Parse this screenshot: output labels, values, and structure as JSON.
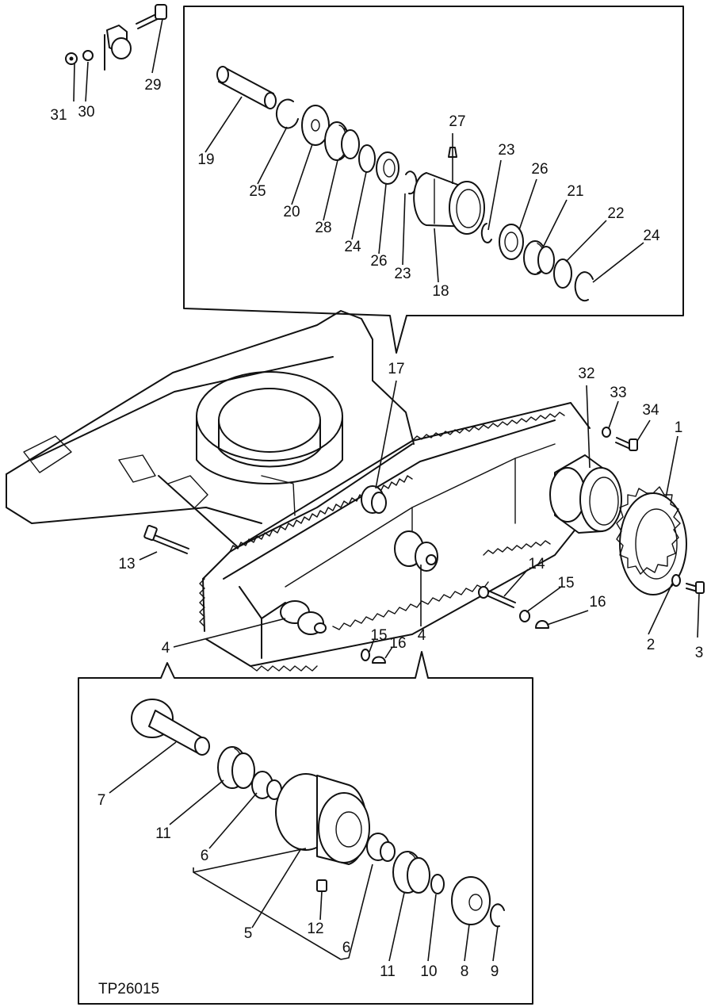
{
  "figure_id": "TP26015",
  "callouts": {
    "n1": "1",
    "n2": "2",
    "n3": "3",
    "n4a": "4",
    "n4b": "4",
    "n5": "5",
    "n6a": "6",
    "n6b": "6",
    "n7": "7",
    "n8": "8",
    "n9": "9",
    "n10": "10",
    "n11a": "11",
    "n11b": "11",
    "n12": "12",
    "n13": "13",
    "n14": "14",
    "n15a": "15",
    "n15b": "15",
    "n16a": "16",
    "n16b": "16",
    "n17": "17",
    "n18": "18",
    "n19": "19",
    "n20": "20",
    "n21": "21",
    "n22": "22",
    "n23a": "23",
    "n23b": "23",
    "n24a": "24",
    "n24b": "24",
    "n25": "25",
    "n26a": "26",
    "n26b": "26",
    "n27": "27",
    "n28": "28",
    "n29": "29",
    "n30": "30",
    "n31": "31",
    "n32": "32",
    "n33": "33",
    "n34": "34"
  }
}
